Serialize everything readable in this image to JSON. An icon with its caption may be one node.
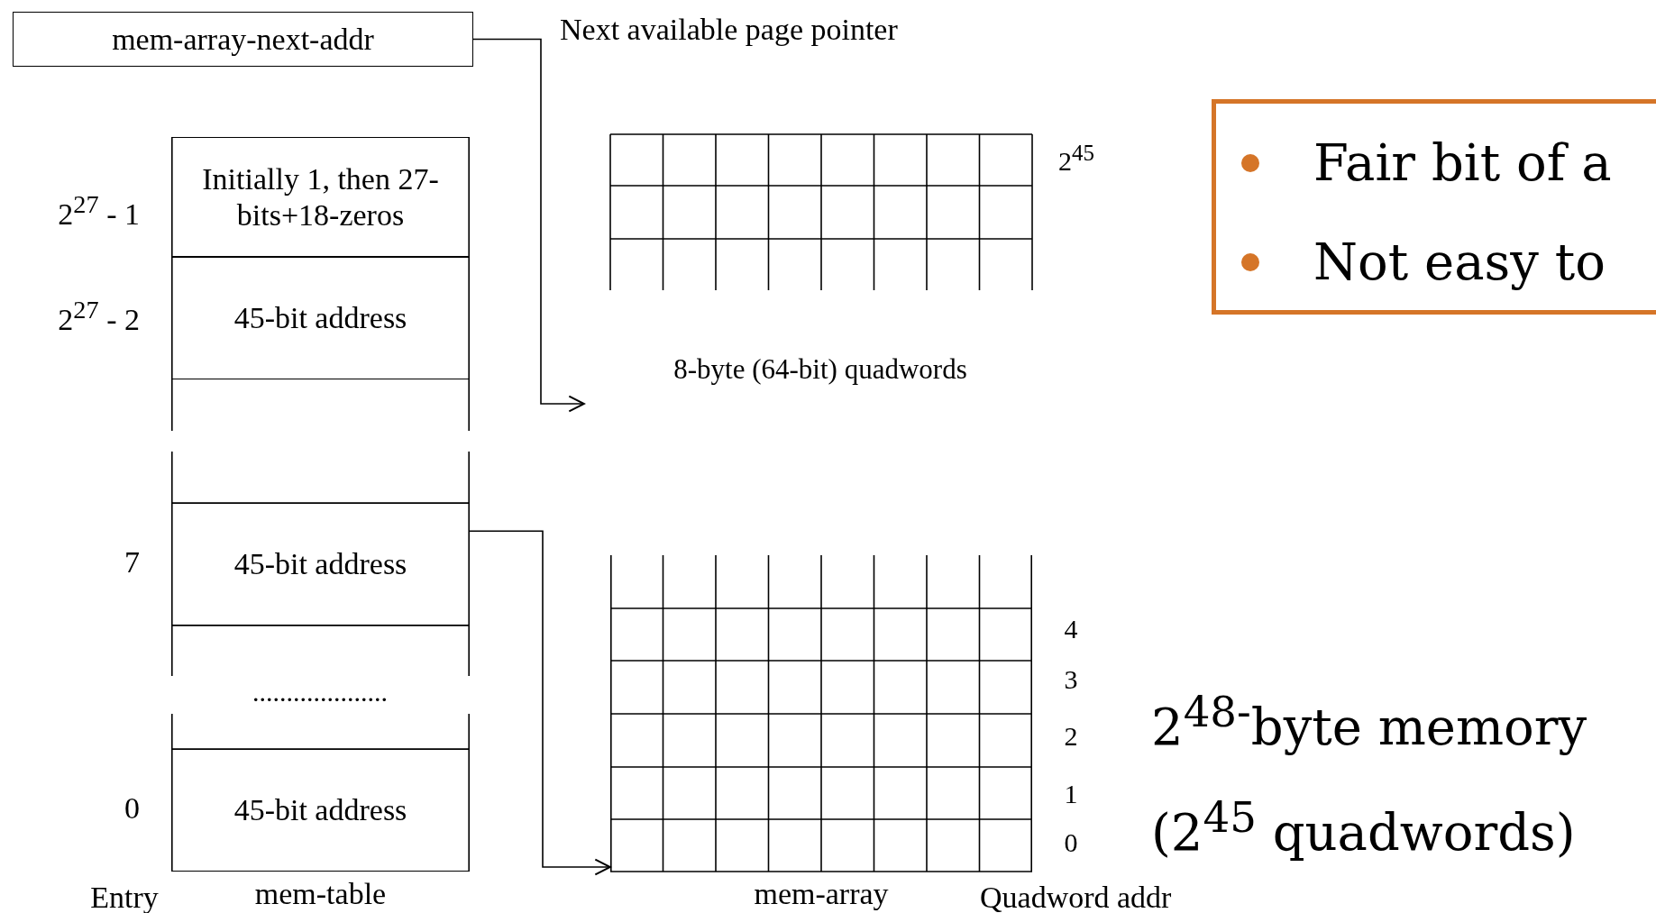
{
  "diagram": {
    "nodes": [
      {
        "text": [
          "mem-array-next-addr"
        ]
      },
      {
        "text": [
          "mem-table"
        ]
      },
      {
        "text": [
          "Initially 1, then 27-bits+18-zeros"
        ],
        "in": 1,
        "beside": [
          "2$^{27}$ - 1"
        ]
      },
      {
        "text": [
          "45-bit address"
        ],
        "in": 1,
        "beside": [
          "2$^{27}$ - 2"
        ]
      },
      {
        "text": [
          "45-bit address"
        ],
        "in": 1,
        "beside": [
          "7"
        ]
      },
      {
        "text": [
          "45-bit address"
        ],
        "in": 1,
        "beside": [
          "0"
        ]
      },
      {
        "text": [
          "mem-array"
        ]
      },
      {
        "text": [
          "Fair bit of a",
          "Not easy to"
        ]
      }
    ],
    "edges": [
      {
        "from": 0,
        "to": null,
        "arrow": "to",
        "label": "Next available page pointer"
      },
      {
        "from": 4,
        "to": 6,
        "arrow": "to"
      }
    ],
    "labels": [
      "2$^{45}$",
      "8-byte (64-bit) quadwords",
      "....................",
      "4",
      "3",
      "2",
      "1",
      "0",
      "2$^{48-}$byte memory (2$^{45}$ quadwords)",
      "Entry",
      "Quadword addr"
    ]
  }
}
